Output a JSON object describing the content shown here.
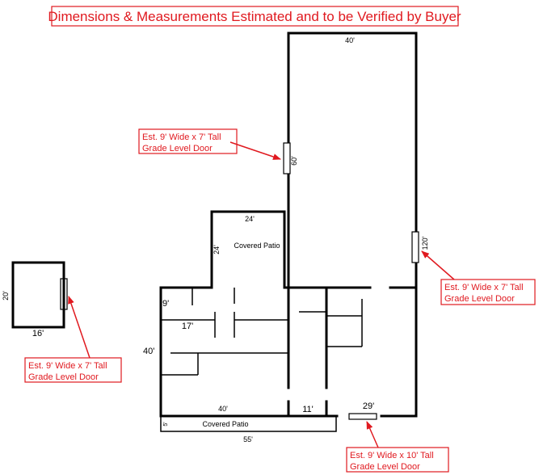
{
  "header": {
    "title": "Dimensions & Measurements Estimated and to be Verified by Buyer"
  },
  "dimensions": {
    "top_width": "40'",
    "main_height": "60'",
    "right_height": "120'",
    "patio_width": "24'",
    "patio_depth": "24'",
    "left_wing_depth": "40'",
    "room_a": "17'",
    "room_b": "9'",
    "bottom_left": "40'",
    "bottom_mid": "11'",
    "bottom_right": "29'",
    "bottom_total": "55'",
    "patio_bottom_depth": "5'",
    "shed_width": "16'",
    "shed_depth": "20'"
  },
  "areas": {
    "covered_patio_top": "Covered Patio",
    "covered_patio_bottom": "Covered Patio"
  },
  "callouts": {
    "upper_left": {
      "line1": "Est. 9' Wide x 7' Tall",
      "line2": "Grade Level Door"
    },
    "right": {
      "line1": "Est. 9' Wide x 7' Tall",
      "line2": "Grade Level Door"
    },
    "shed": {
      "line1": "Est. 9' Wide x 7' Tall",
      "line2": "Grade Level Door"
    },
    "bottom": {
      "line1": "Est. 9' Wide x 10' Tall",
      "line2": "Grade Level Door"
    }
  }
}
